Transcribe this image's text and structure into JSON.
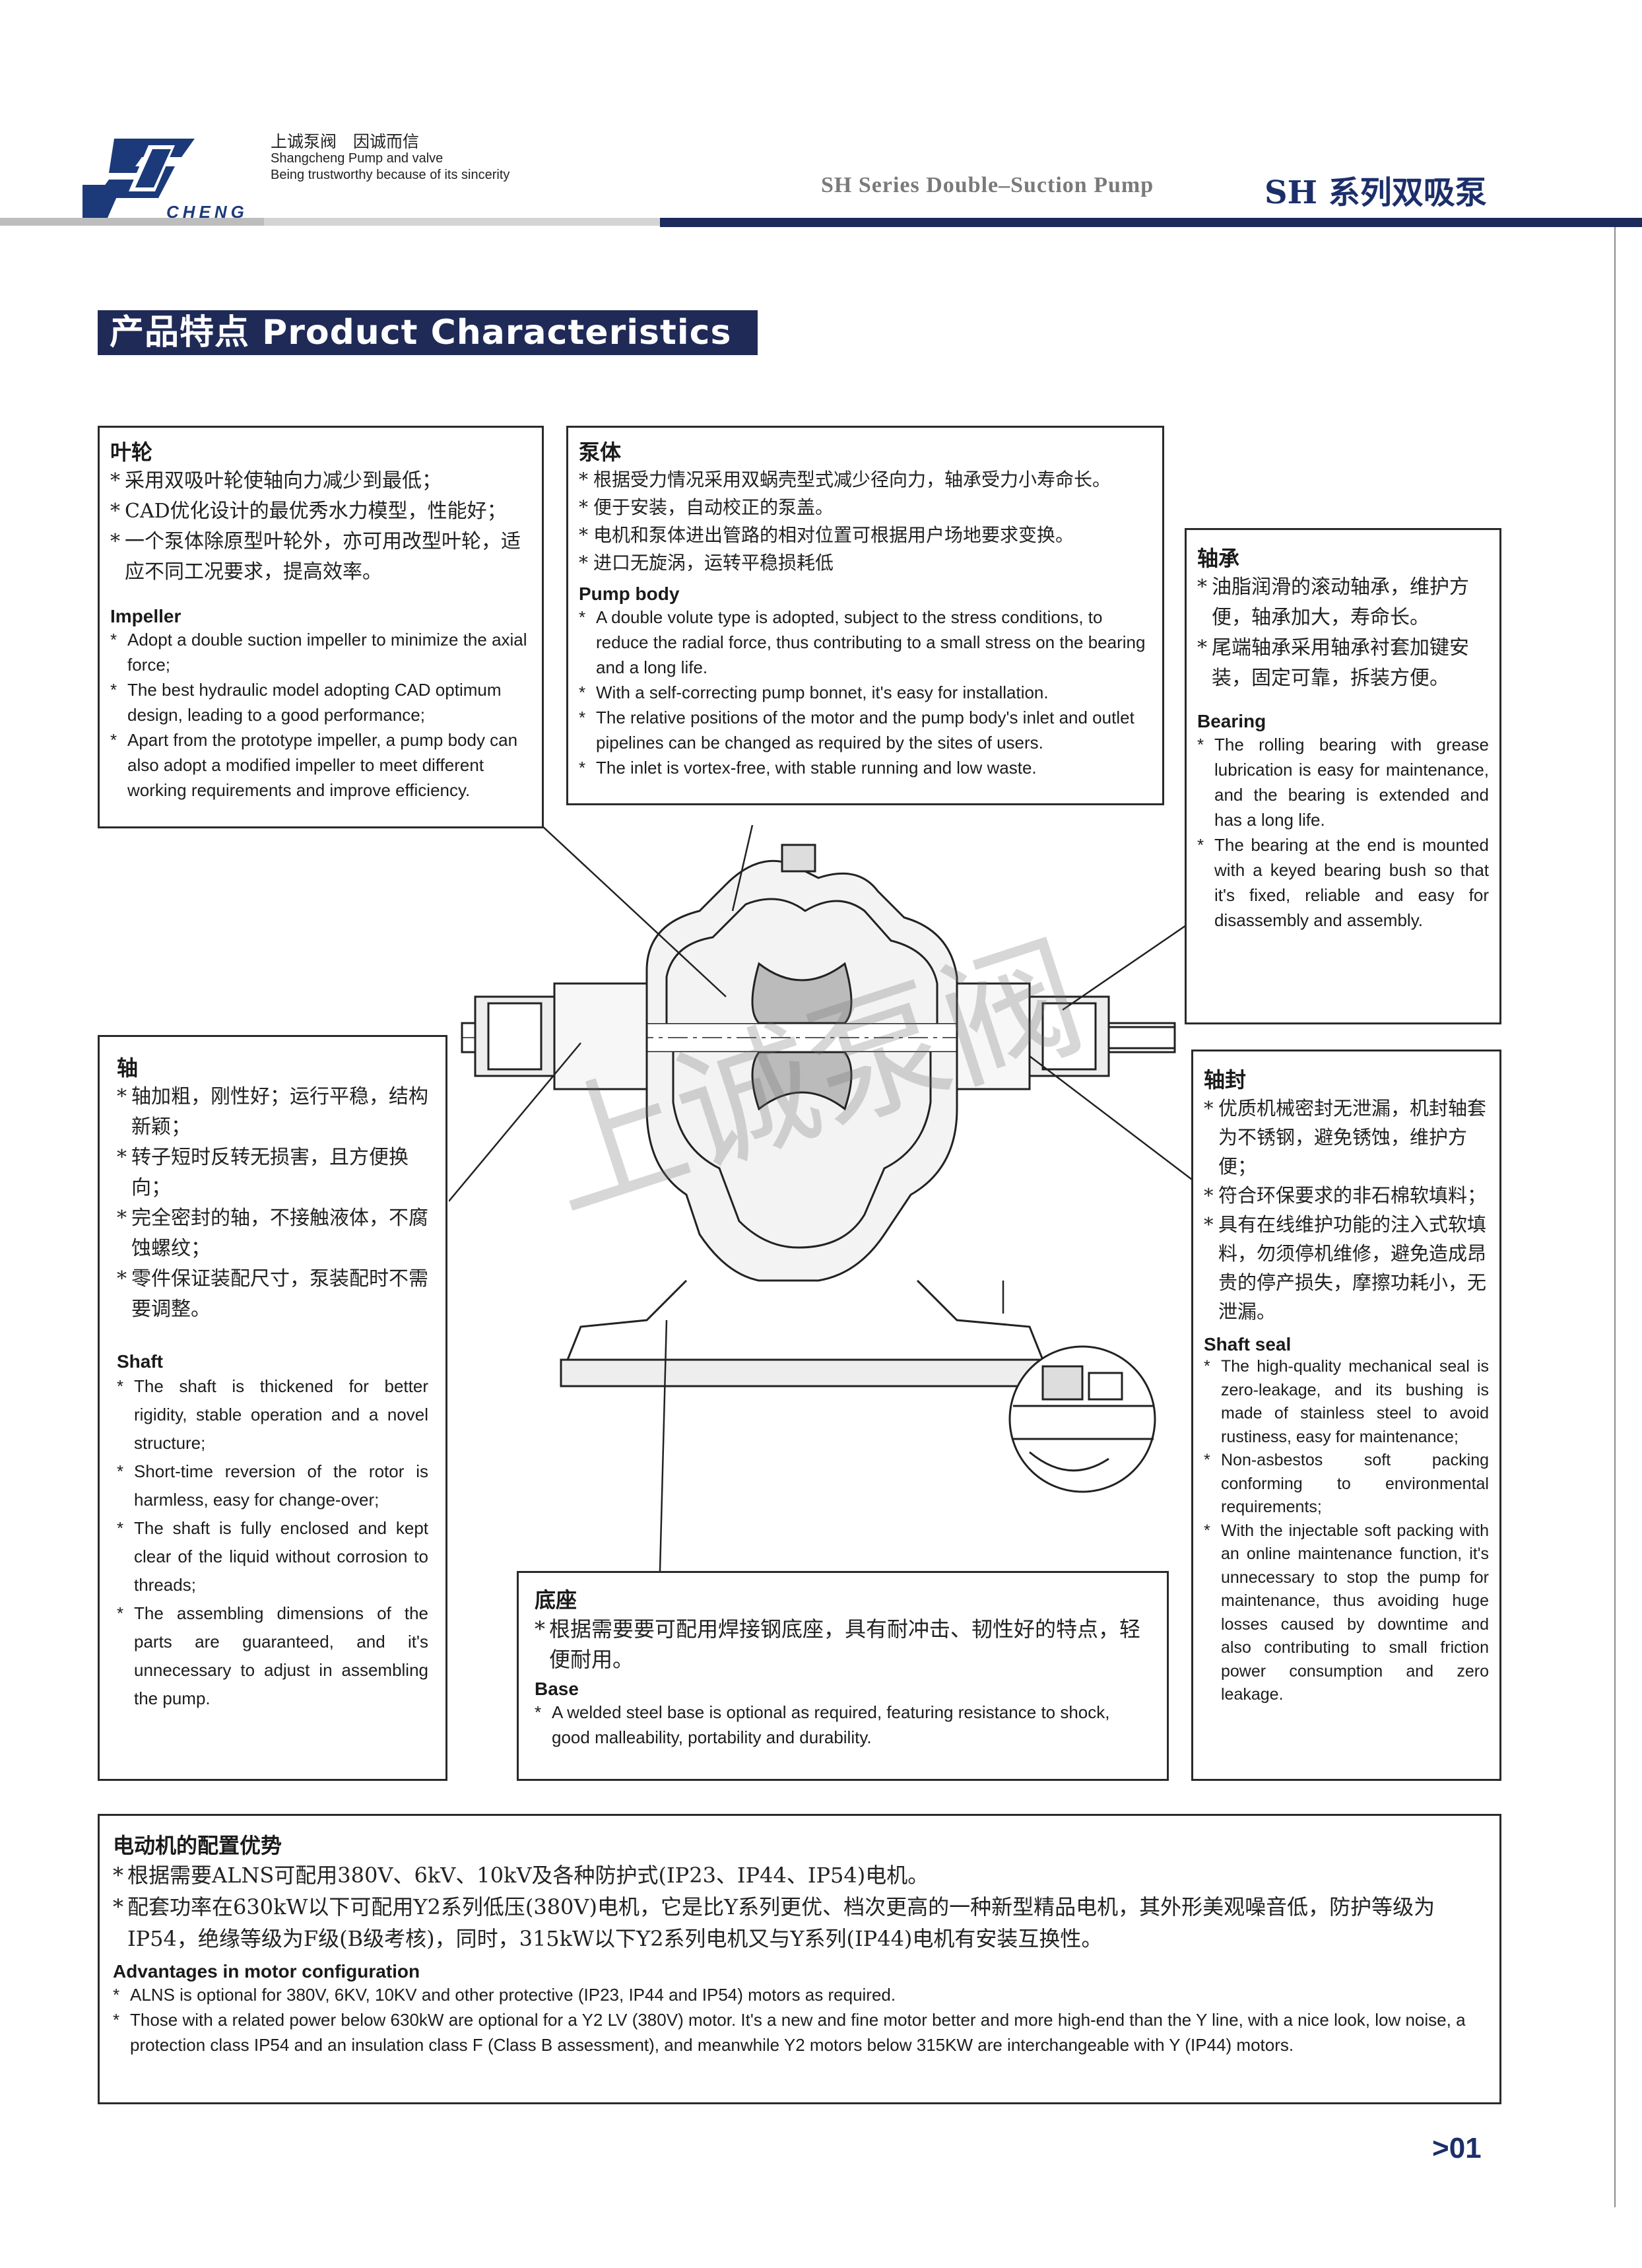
{
  "header": {
    "logo_text": "CHENG",
    "slogan_cn": "上诚泵阀　因诚而信",
    "slogan_en_1": "Shangcheng  Pump and valve",
    "slogan_en_2": "Being trustworthy because of its sincerity",
    "title_en": "SH Series Double–Suction Pump",
    "title_cn": "SH 系列双吸泵"
  },
  "section_title": "产品特点  Product Characteristics",
  "impeller": {
    "title_cn": "叶轮",
    "cn": [
      "采用双吸叶轮使轴向力减少到最低；",
      "CAD优化设计的最优秀水力模型，性能好；",
      "一个泵体除原型叶轮外，亦可用改型叶轮，适应不同工况要求，提高效率。"
    ],
    "title_en": "Impeller",
    "en": [
      "Adopt a double suction impeller to minimize the axial force;",
      "The best hydraulic model adopting CAD optimum design, leading to a good performance;",
      "Apart from the prototype impeller, a pump body can also adopt a modified impeller to meet different working requirements and improve efficiency."
    ]
  },
  "pump_body": {
    "title_cn": "泵体",
    "cn": [
      "根据受力情况采用双蜗壳型式减少径向力，轴承受力小寿命长。",
      "便于安装，自动校正的泵盖。",
      "电机和泵体进出管路的相对位置可根据用户场地要求变换。",
      "进口无旋涡，运转平稳损耗低"
    ],
    "title_en": "Pump body",
    "en": [
      "A double volute type is adopted, subject to the stress conditions, to reduce the radial force, thus contributing to a small stress on the bearing and a long life.",
      "With a self-correcting pump bonnet, it's easy for installation.",
      "The relative positions of the motor and the pump body's inlet and outlet pipelines can be changed as required by the sites of users.",
      "The inlet is vortex-free, with stable running and low waste."
    ]
  },
  "bearing": {
    "title_cn": "轴承",
    "cn": [
      "油脂润滑的滚动轴承，维护方便，轴承加大，寿命长。",
      "尾端轴承采用轴承衬套加键安装，固定可靠，拆装方便。"
    ],
    "title_en": "Bearing",
    "en": [
      "The rolling bearing with grease lubrication is easy for maintenance, and the bearing is extended and has a long life.",
      "The bearing at the end is mounted with a keyed bearing bush so that it's fixed, reliable and easy for disassembly and assembly."
    ]
  },
  "shaft": {
    "title_cn": "轴",
    "cn": [
      "轴加粗，刚性好；运行平稳，结构新颖；",
      "转子短时反转无损害，且方便换向；",
      "完全密封的轴，不接触液体，不腐蚀螺纹；",
      "零件保证装配尺寸，泵装配时不需要调整。"
    ],
    "title_en": "Shaft",
    "en": [
      "The shaft is thickened for better rigidity, stable operation and a novel structure;",
      "Short-time reversion of the rotor is harmless, easy for change-over;",
      "The shaft is fully enclosed and kept clear of the liquid without corrosion to threads;",
      "The assembling dimensions of the parts are guaranteed, and it's unnecessary to adjust in assembling the pump."
    ]
  },
  "shaft_seal": {
    "title_cn": "轴封",
    "cn": [
      "优质机械密封无泄漏，机封轴套为不锈钢，避免锈蚀，维护方便；",
      "符合环保要求的非石棉软填料；",
      "具有在线维护功能的注入式软填料，勿须停机维修，避免造成昂贵的停产损失，摩擦功耗小，无泄漏。"
    ],
    "title_en": "Shaft seal",
    "en": [
      "The high-quality mechanical seal is zero-leakage, and its bushing is made of stainless steel to avoid rustiness, easy for maintenance;",
      "Non-asbestos soft packing conforming to environmental requirements;",
      "With the injectable soft packing with an online maintenance function, it's unnecessary to stop the pump for maintenance, thus avoiding huge losses caused by downtime and also contributing to small friction power consumption and zero leakage."
    ]
  },
  "base": {
    "title_cn": "底座",
    "cn": [
      "根据需要要可配用焊接钢底座，具有耐冲击、韧性好的特点，轻便耐用。"
    ],
    "title_en": "Base",
    "en": [
      "A welded steel base is optional as required, featuring resistance to shock, good malleability, portability and durability."
    ]
  },
  "motor": {
    "title_cn": "电动机的配置优势",
    "cn": [
      "根据需要ALNS可配用380V、6kV、10kV及各种防护式(IP23、IP44、IP54)电机。",
      "配套功率在630kW以下可配用Y2系列低压(380V)电机，它是比Y系列更优、档次更高的一种新型精品电机，其外形美观噪音低，防护等级为IP54，绝缘等级为F级(B级考核)，同时，315kW以下Y2系列电机又与Y系列(IP44)电机有安装互换性。"
    ],
    "title_en": "Advantages in motor configuration",
    "en": [
      "ALNS is optional for 380V, 6KV, 10KV and other protective (IP23, IP44 and IP54) motors as required.",
      "Those with a related power below 630kW are optional for a Y2 LV (380V) motor. It's a new and fine motor better and more high-end than the Y line, with a nice look, low noise, a protection class IP54 and an insulation class F (Class B assessment), and meanwhile Y2 motors below 315KW are interchangeable with Y (IP44) motors."
    ]
  },
  "watermark": "上诚泵阀",
  "page_number": "01",
  "colors": {
    "navy": "#1f2a57",
    "brand_blue": "#1c3a7a",
    "gray_rule": "#bdbdbd"
  }
}
